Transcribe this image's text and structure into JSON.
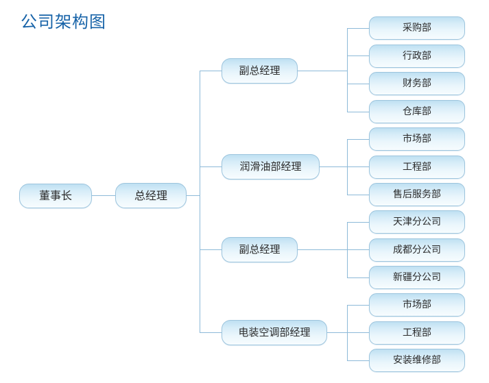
{
  "page": {
    "title": "公司架构图",
    "title_color": "#1763A8",
    "background": "#FFFFFF",
    "node_border_color": "#9CC4DD",
    "node_fill_top": "#BFE0F2",
    "node_fill_bottom": "#F7FCFE",
    "connector_color": "#8CB9D8"
  },
  "chart_data": {
    "type": "diagram",
    "subtype": "org-chart",
    "orientation": "left-to-right",
    "title": "公司架构图",
    "root": "董事长",
    "levels": 4,
    "nodes": [
      {
        "id": "n0",
        "label": "董事长",
        "level": 0,
        "parent": null
      },
      {
        "id": "n1",
        "label": "总经理",
        "level": 1,
        "parent": "n0"
      },
      {
        "id": "m1",
        "label": "副总经理",
        "level": 2,
        "parent": "n1"
      },
      {
        "id": "m2",
        "label": "润滑油部经理",
        "level": 2,
        "parent": "n1"
      },
      {
        "id": "m3",
        "label": "副总经理",
        "level": 2,
        "parent": "n1"
      },
      {
        "id": "m4",
        "label": "电装空调部经理",
        "level": 2,
        "parent": "n1"
      },
      {
        "id": "l1",
        "label": "采购部",
        "level": 3,
        "parent": "m1"
      },
      {
        "id": "l2",
        "label": "行政部",
        "level": 3,
        "parent": "m1"
      },
      {
        "id": "l3",
        "label": "财务部",
        "level": 3,
        "parent": "m1"
      },
      {
        "id": "l4",
        "label": "仓库部",
        "level": 3,
        "parent": "m1"
      },
      {
        "id": "l5",
        "label": "市场部",
        "level": 3,
        "parent": "m2"
      },
      {
        "id": "l6",
        "label": "工程部",
        "level": 3,
        "parent": "m2"
      },
      {
        "id": "l7",
        "label": "售后服务部",
        "level": 3,
        "parent": "m2"
      },
      {
        "id": "l8",
        "label": "天津分公司",
        "level": 3,
        "parent": "m3"
      },
      {
        "id": "l9",
        "label": "成都分公司",
        "level": 3,
        "parent": "m3"
      },
      {
        "id": "l10",
        "label": "新疆分公司",
        "level": 3,
        "parent": "m3"
      },
      {
        "id": "l11",
        "label": "市场部",
        "level": 3,
        "parent": "m4"
      },
      {
        "id": "l12",
        "label": "工程部",
        "level": 3,
        "parent": "m4"
      },
      {
        "id": "l13",
        "label": "安装维修部",
        "level": 3,
        "parent": "m4"
      }
    ]
  },
  "chairman": {
    "label": "董事长"
  },
  "general_manager": {
    "label": "总经理"
  },
  "managers": [
    {
      "label": "副总经理"
    },
    {
      "label": "润滑油部经理"
    },
    {
      "label": "副总经理"
    },
    {
      "label": "电装空调部经理"
    }
  ],
  "departments": {
    "group1": [
      {
        "label": "采购部"
      },
      {
        "label": "行政部"
      },
      {
        "label": "财务部"
      },
      {
        "label": "仓库部"
      }
    ],
    "group2": [
      {
        "label": "市场部"
      },
      {
        "label": "工程部"
      },
      {
        "label": "售后服务部"
      }
    ],
    "group3": [
      {
        "label": "天津分公司"
      },
      {
        "label": "成都分公司"
      },
      {
        "label": "新疆分公司"
      }
    ],
    "group4": [
      {
        "label": "市场部"
      },
      {
        "label": "工程部"
      },
      {
        "label": "安装维修部"
      }
    ]
  }
}
